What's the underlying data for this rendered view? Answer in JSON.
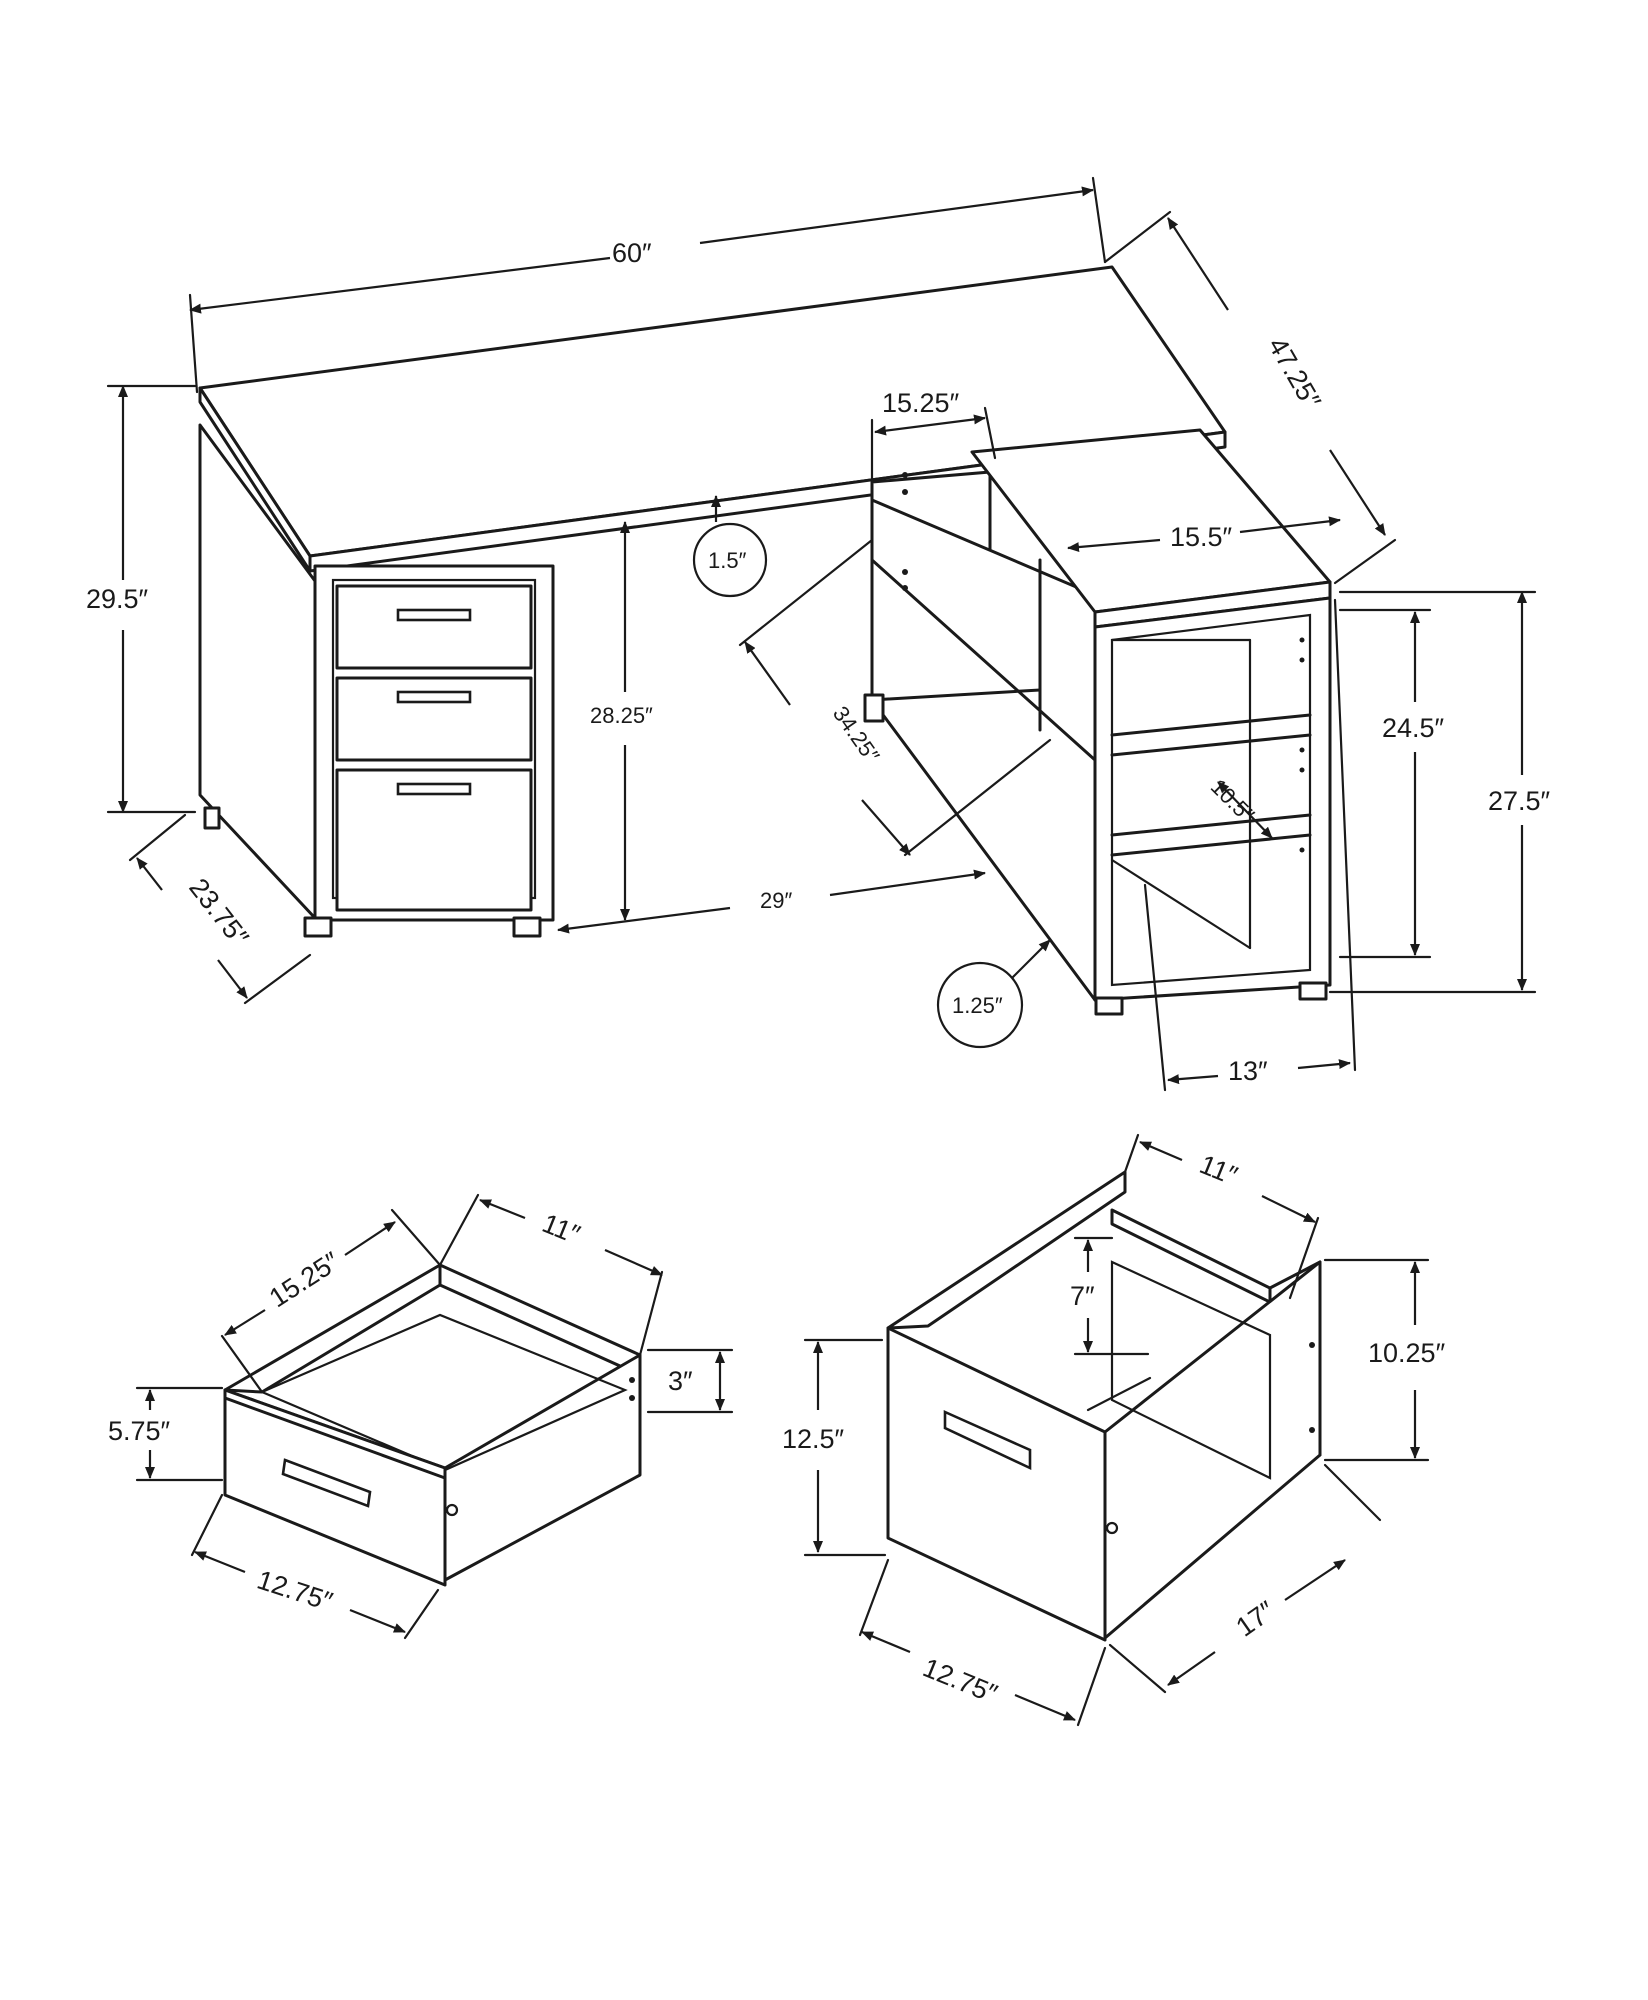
{
  "desk": {
    "width": "60″",
    "depth_return": "47.25″",
    "height_total": "29.5″",
    "depth_left": "23.75″",
    "shelf_top_width": "15.25″",
    "top_thickness": "1.5″",
    "knee_height": "28.25″",
    "knee_width": "29″",
    "return_length": "34.25″",
    "shelf_unit_width": "15.5″",
    "shelf_opening_height": "24.5″",
    "shelf_unit_height": "27.5″",
    "shelf_spacing": "10.5″",
    "base_thickness": "1.25″",
    "shelf_unit_depth": "13″"
  },
  "small_drawer": {
    "depth": "15.25″",
    "width": "11″",
    "side_height": "3″",
    "front_height": "5.75″",
    "front_width": "12.75″"
  },
  "file_drawer": {
    "width": "11″",
    "inner_height": "7″",
    "back_height": "10.25″",
    "front_height": "12.5″",
    "front_width": "12.75″",
    "depth": "17″"
  }
}
